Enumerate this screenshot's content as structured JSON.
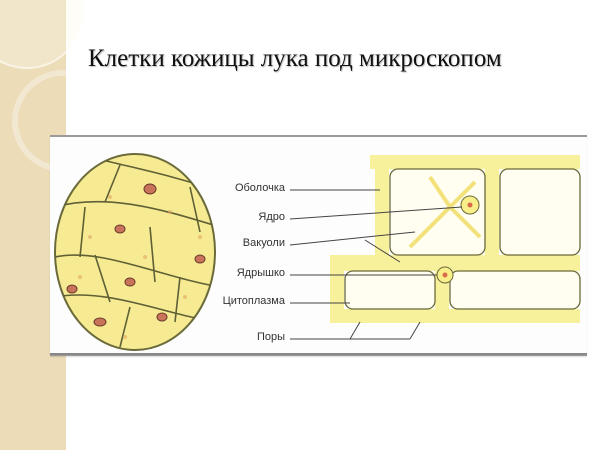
{
  "slide": {
    "title": "Клетки кожицы лука под микроскопом",
    "accent_color": "#ecdcb8"
  },
  "figure": {
    "labels": [
      "Оболочка",
      "Ядро",
      "Вакуоли",
      "Ядрышко",
      "Цитоплазма",
      "Поры"
    ]
  }
}
